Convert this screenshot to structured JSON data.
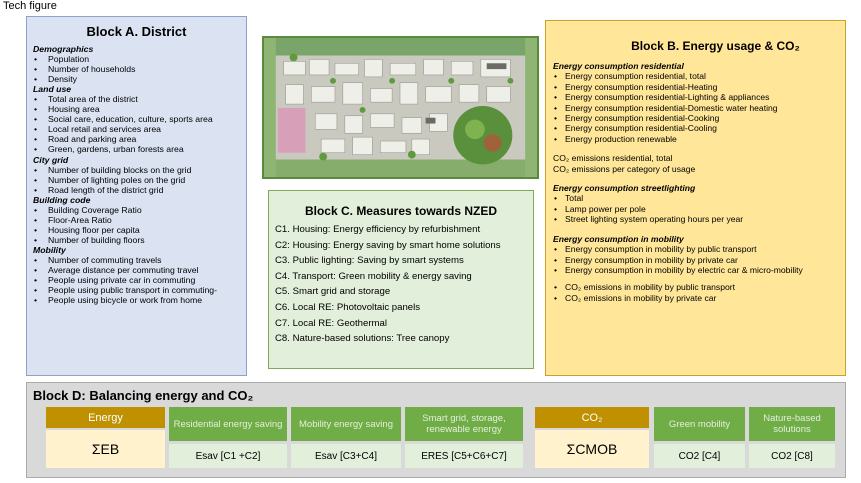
{
  "top_text": "Tech figure",
  "block_a": {
    "title": "Block A. District",
    "sections": [
      {
        "heading": "Demographics",
        "items": [
          "Population",
          "Number of households",
          "Density"
        ]
      },
      {
        "heading": "Land use",
        "items": [
          "Total area of the district",
          "Housing area",
          "Social care, education, culture, sports area",
          "Local retail and services area",
          "Road and parking area",
          "Green, gardens, urban forests area"
        ]
      },
      {
        "heading": "City grid",
        "items": [
          "Number of building blocks on the grid",
          "Number of lighting poles on the grid",
          "Road length of the district grid"
        ]
      },
      {
        "heading": "Building code",
        "items": [
          "Building Coverage Ratio",
          "Floor-Area Ratio",
          "Housing floor per capita",
          "Number of building floors"
        ]
      },
      {
        "heading": "Mobility",
        "items": [
          "Number of commuting travels",
          "Average distance per commuting travel",
          "People using private car in commuting",
          "People using public transport in commuting-",
          "People using bicycle or work from home"
        ]
      }
    ]
  },
  "block_b": {
    "title": "Block B. Energy usage & CO₂",
    "residential_heading": "Energy consumption residential",
    "residential_items": [
      "Energy consumption residential, total",
      "Energy consumption residential-Heating",
      "Energy consumption residential-Lighting & appliances",
      "Energy consumption residential-Domestic water heating",
      "Energy consumption residential-Cooking",
      "Energy consumption residential-Cooling",
      "Energy production renewable"
    ],
    "co2_lines": [
      "CO₂ emissions residential, total",
      "CO₂ emissions per category of usage"
    ],
    "streetlighting_heading": "Energy consumption streetlighting",
    "streetlighting_items": [
      "Total",
      "Lamp power per pole",
      "Street lighting system operating hours per year"
    ],
    "mobility_heading": "Energy consumption in mobility",
    "mobility_items": [
      "Energy consumption in mobility by public transport",
      "Energy consumption in mobility by private car",
      "Energy consumption in mobility by electric car & micro-mobility"
    ],
    "mobility_co2_items": [
      "CO₂ emissions in mobility by public transport",
      "CO₂ emissions in mobility by private car"
    ]
  },
  "block_c": {
    "title": "Block C. Measures towards NZED",
    "items": [
      "C1. Housing: Energy efficiency by refurbishment",
      "C2: Housing: Energy saving by smart home solutions",
      "C3. Public lighting: Saving by smart systems",
      "C4. Transport: Green mobility & energy saving",
      "C5. Smart grid and storage",
      "C6. Local RE: Photovoltaic panels",
      "C7. Local RE: Geothermal",
      "C8. Nature-based solutions: Tree canopy"
    ]
  },
  "block_d": {
    "title": "Block D: Balancing energy and CO₂",
    "energy_header": "Energy",
    "energy_symbol": "ΣEB",
    "energy_cols": [
      {
        "header": "Residential energy saving",
        "value": "Esav [C1 +C2]"
      },
      {
        "header": "Mobility energy saving",
        "value": "Esav [C3+C4]"
      },
      {
        "header": "Smart grid, storage, renewable energy",
        "value": "ERES [C5+C6+C7]"
      }
    ],
    "co2_header": "CO₂",
    "co2_symbol": "ΣCMOB",
    "co2_cols": [
      {
        "header": "Green mobility",
        "value": "CO2 [C4]"
      },
      {
        "header": "Nature-based solutions",
        "value": "CO2 [C8]"
      }
    ]
  },
  "colors": {
    "block_a_bg": "#dbe3f3",
    "block_b_bg": "#ffe699",
    "block_c_bg": "#e2efda",
    "gold": "#bf9000",
    "green": "#70ad47",
    "block_d_bg": "#d9d9d9"
  }
}
